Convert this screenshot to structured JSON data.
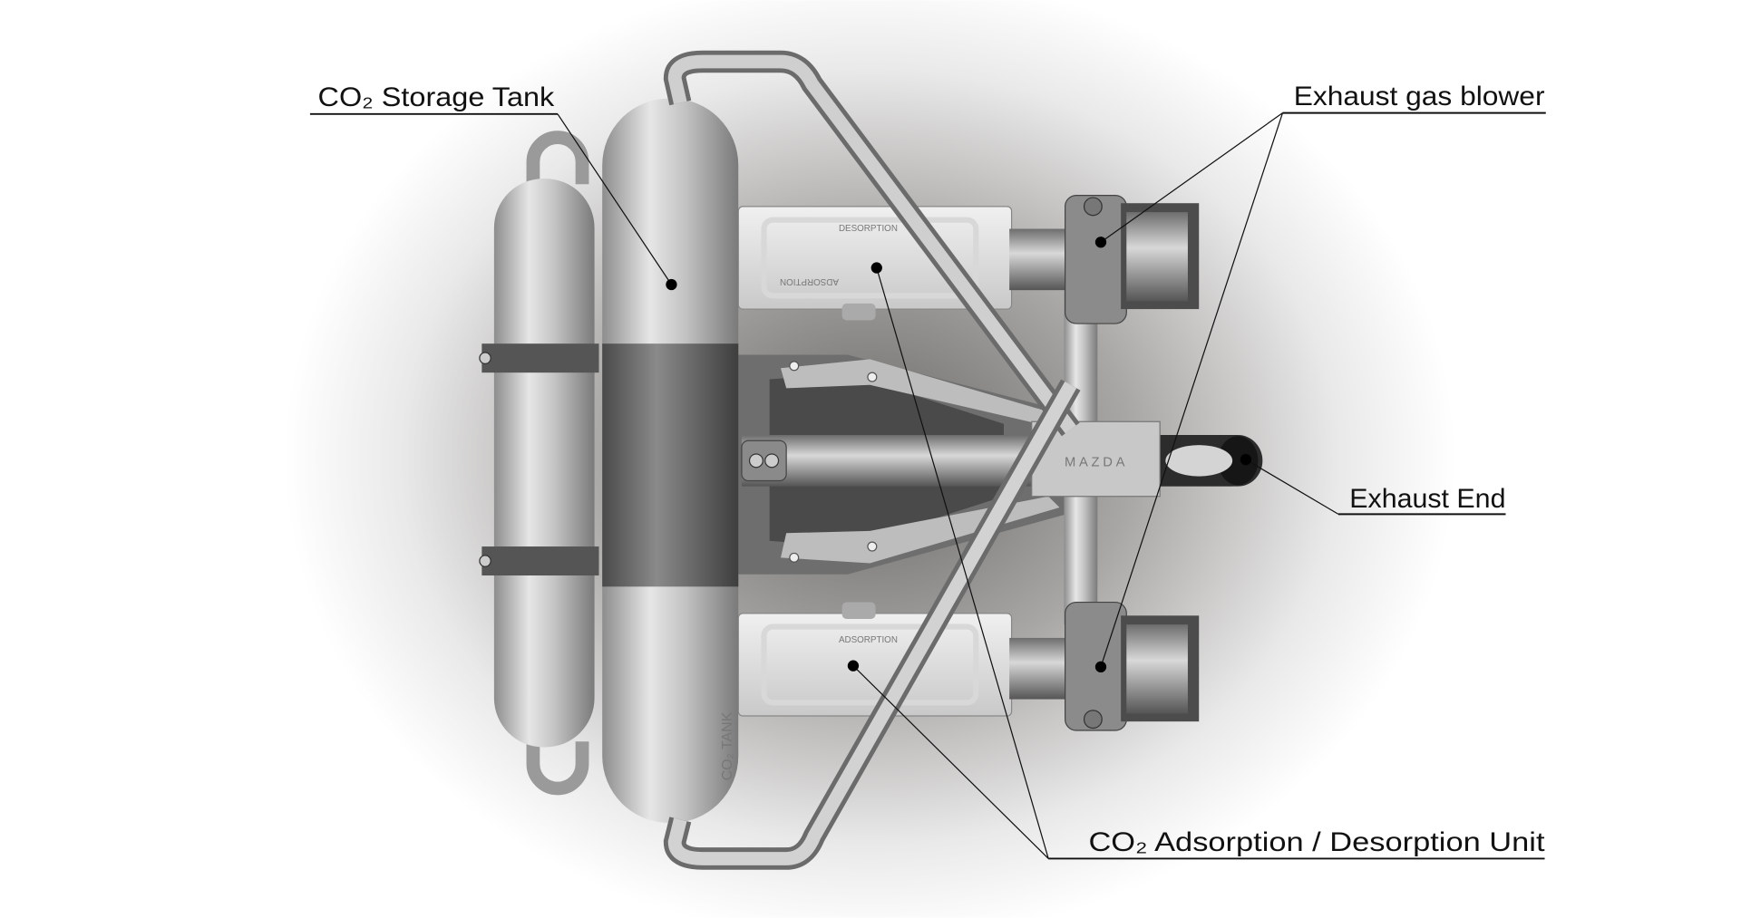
{
  "diagram": {
    "labels": {
      "storage_tank": "CO₂ Storage Tank",
      "blower": "Exhaust gas blower",
      "exhaust_end": "Exhaust End",
      "adsorption_unit": "CO₂ Adsorption / Desorption Unit"
    },
    "markings": {
      "brand": "MAZDA",
      "tank": "CO₂ TANK",
      "desorption": "DESORPTION",
      "adsorption": "ADSORPTION"
    }
  }
}
